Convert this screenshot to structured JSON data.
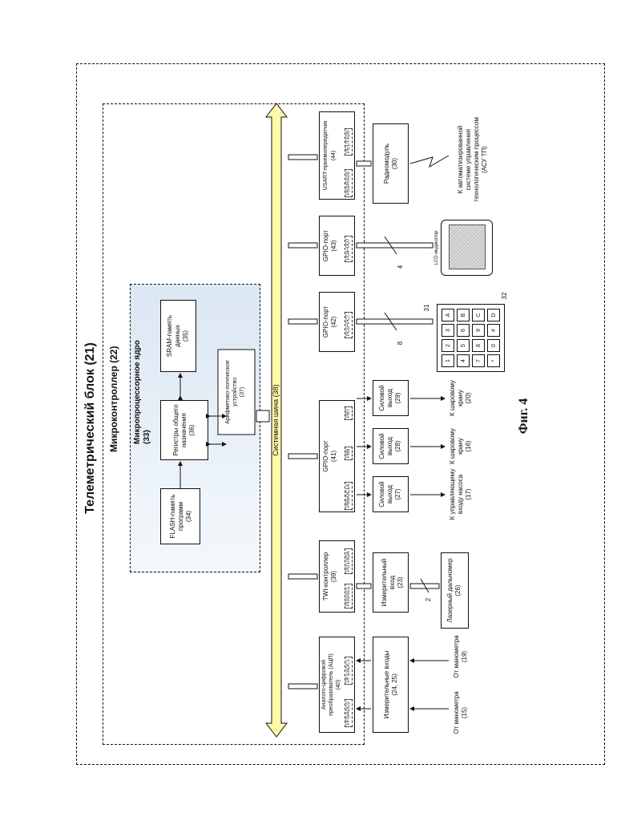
{
  "title": "Телеметрический блок (21)",
  "microcontroller": "Микроконтроллер (22)",
  "core": {
    "label": "Микропроцессорное ядро\n(33)",
    "flash": "FLASH-память\nпрограмм\n(34)",
    "registers": "Регистры общего\nназначения\n(36)",
    "sram": "SRAM-память\nданных\n(35)",
    "alu": "Арифметико-логическое\nустройство\n(37)"
  },
  "bus": "Системная шина (38)",
  "adc": {
    "label": "Аналого-цифровой\nпреобразователь (АЦП)\n(40)",
    "pin_a": "PF0/ADC0",
    "pin_b": "PF1/ADC1"
  },
  "twi": {
    "label": "TWI-контроллер\n(39)",
    "pin_a": "PD0/SCL",
    "pin_b": "PD1/SDA"
  },
  "gpio41": {
    "label": "GPIO-порт\n(41)",
    "pin_a": "PB5/OC1A",
    "pin_b": "PB6",
    "pin_c": "PB7"
  },
  "gpio42": {
    "label": "GPIO-порт\n(42)",
    "pin_a": "PC0÷PC7"
  },
  "gpio43": {
    "label": "GPIO-порт\n(43)",
    "pin_a": "PD4÷PD7"
  },
  "usart": {
    "label": "USART-приемопередатчик\n(44)",
    "pin_a": "PE0/RXD0",
    "pin_b": "PE1/TXD0"
  },
  "meas_inputs": "Измерительные входы\n(24, 25)",
  "meas_input": "Измерительный вход\n(23)",
  "laser": "Лазерный дальномер\n(26)",
  "power27": "Силовой\nвыход\n(27)",
  "power28": "Силовой\nвыход\n(28)",
  "power29": "Силовой\nвыход\n(29)",
  "radio": "Радиомодуль\n(30)",
  "from_manometer_15": "От манометра\n(15)",
  "from_manometer_19": "От манометра\n(19)",
  "to_pump": "К управляющему\nвходу насоса\n(17)",
  "to_valve_16": "К шаровому\nкрану\n(16)",
  "to_valve_20": "К шаровому\nкрану\n(20)",
  "bus_width_2": "2",
  "bus_width_8": "8",
  "bus_width_4": "4",
  "keypad_ref": "31",
  "lcd_ref": "32",
  "lcd_label": "LCD-индикатор",
  "keypad_keys": [
    "1",
    "2",
    "3",
    "A",
    "4",
    "5",
    "6",
    "B",
    "7",
    "8",
    "9",
    "C",
    "*",
    "0",
    "#",
    "D"
  ],
  "acs": "К автоматизированной\nсистеме управления\nтехнологическим процессом\n(АСУ ТП)",
  "figure": "Фиг. 4",
  "colors": {
    "core_bg": "#dbe7f3",
    "bus_fill": "#fff8a8"
  }
}
